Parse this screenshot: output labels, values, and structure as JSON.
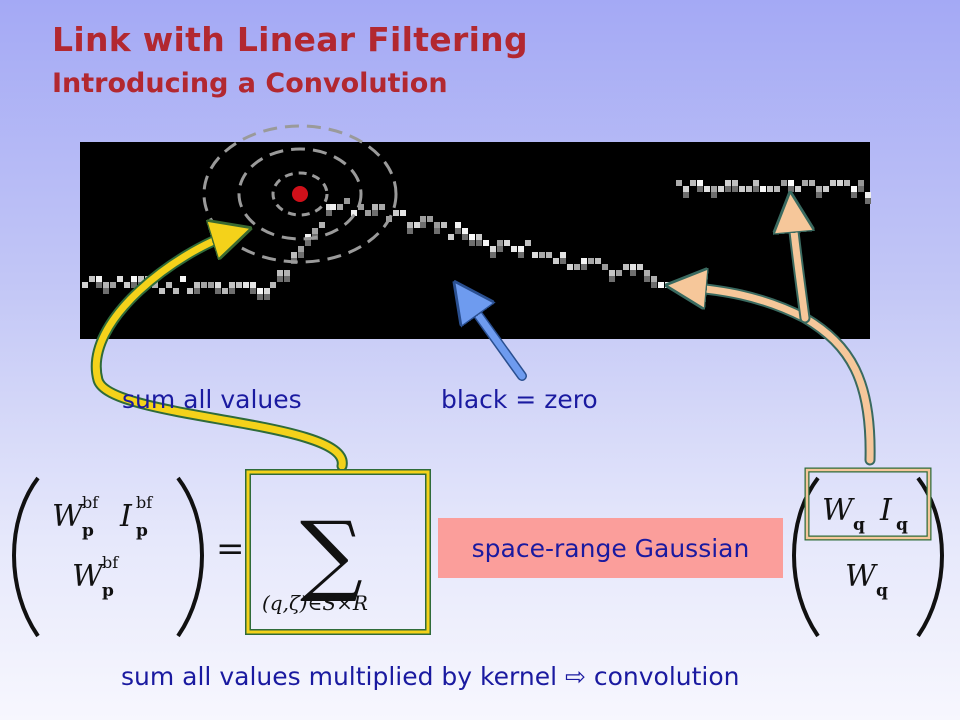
{
  "header": {
    "title": "Link with Linear Filtering",
    "subtitle": "Introducing a Convolution"
  },
  "annotations": {
    "sum_all_values": "sum all values",
    "black_zero": "black = zero",
    "gaussian_box": "space-range Gaussian",
    "bottom_caption": "sum all values multiplied by kernel ⇨ convolution"
  },
  "formula": {
    "lhs_top_W": "W",
    "lhs_top_W_sup": "bf",
    "lhs_top_W_sub": "p",
    "lhs_top_I": "I",
    "lhs_top_I_sup": "bf",
    "lhs_top_I_sub": "p",
    "lhs_bottom_W": "W",
    "lhs_bottom_W_sup": "bf",
    "lhs_bottom_W_sub": "p",
    "equals": "=",
    "sum_symbol": "∑",
    "sum_subscript": "(q,ζ)∈S×R",
    "rhs_top_W": "W",
    "rhs_top_W_sub": "q",
    "rhs_top_I": "I",
    "rhs_top_I_sub": "q",
    "rhs_bottom_W": "W",
    "rhs_bottom_W_sub": "q"
  },
  "colors": {
    "title": "#b22830",
    "caption_text": "#1a1aa0",
    "gaussian_box": "#fb9e9b",
    "yellow_arrow": "#f4d21a",
    "blue_arrow": "#6e9bef",
    "peach_arrow": "#f6c79a",
    "red_dot": "#d0101a",
    "box_border_green": "#2f6b3a"
  }
}
